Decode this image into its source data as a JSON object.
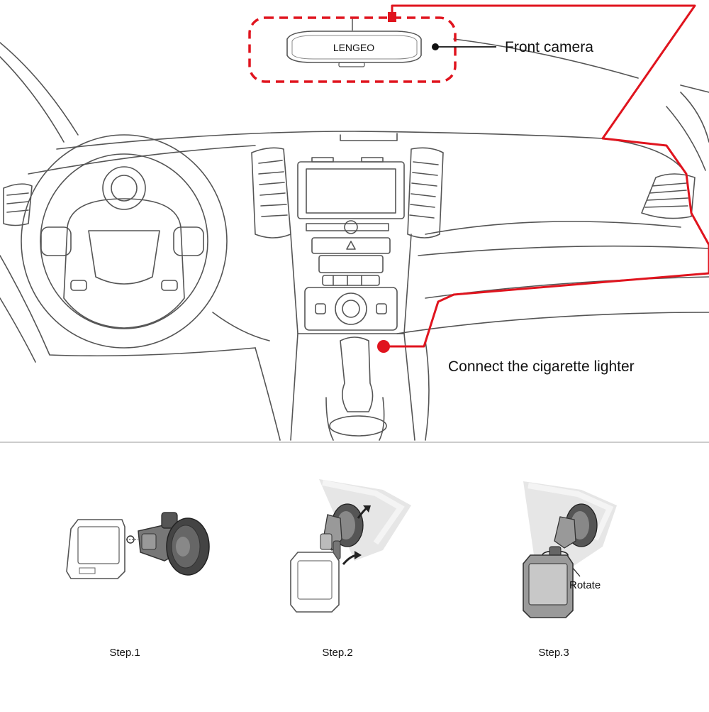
{
  "labels": {
    "mirror_brand": "LENGEO",
    "front_camera": "Front camera",
    "cigarette_lighter": "Connect the cigarette lighter"
  },
  "steps": [
    {
      "label": "Step.1"
    },
    {
      "label": "Step.2"
    },
    {
      "label": "Step.3"
    }
  ],
  "step3_note": "Rotate",
  "colors": {
    "cable": "#e0141e",
    "line_art": "#555555",
    "text": "#111111"
  }
}
